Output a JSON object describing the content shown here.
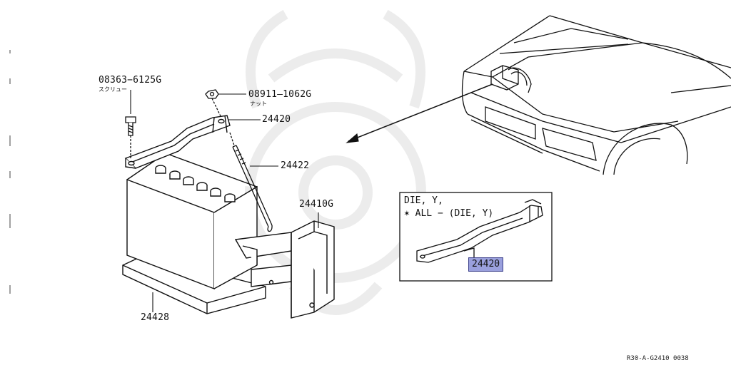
{
  "parts": {
    "screw": {
      "number": "08363−6125G",
      "name": "スクリュー"
    },
    "nut": {
      "number": "08911–1062G",
      "name": "ナット"
    },
    "frame": {
      "number": "24420"
    },
    "rod": {
      "number": "24422"
    },
    "bracket": {
      "number": "24410G"
    },
    "tray": {
      "number": "24428"
    }
  },
  "inset": {
    "line1": "DIE, Y,",
    "line2": "✶ ALL − (DIE, Y)",
    "highlight_number": "24420"
  },
  "footer": {
    "code": "R30-A-G2410 0038"
  },
  "colors": {
    "highlight": "#9aa0dd",
    "line": "#111111",
    "watermark": "#ececec"
  }
}
